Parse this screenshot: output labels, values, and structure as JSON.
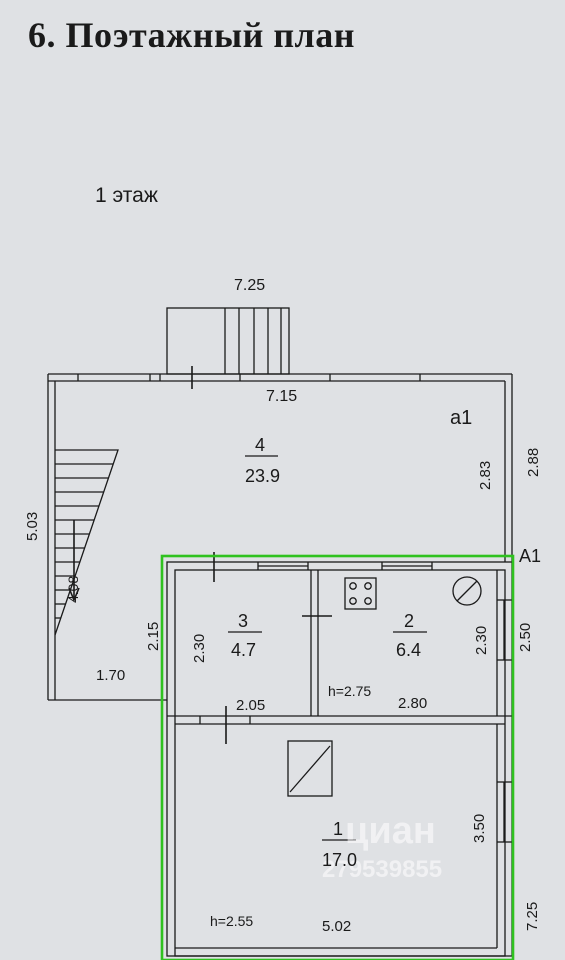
{
  "document": {
    "title": "6. Поэтажный план",
    "floor": "1 этаж"
  },
  "plan": {
    "dimensions": {
      "porch_width": "7.25",
      "top_inner": "7.15",
      "right_inner_a1": "2.83",
      "right_outer_a1": "2.88",
      "left_height": "5.03",
      "stair_length": "4.08",
      "left_bottom": "1.70",
      "step_height": "2.15",
      "room3_height": "2.30",
      "room3_width": "2.05",
      "room2_height": "2.30",
      "room2_outer": "2.50",
      "room2_width": "2.80",
      "room1_height": "3.50",
      "room1_width": "5.02",
      "right_total": "7.25"
    },
    "rooms": [
      {
        "number": "4",
        "area": "23.9"
      },
      {
        "number": "3",
        "area": "4.7"
      },
      {
        "number": "2",
        "area": "6.4"
      },
      {
        "number": "1",
        "area": "17.0"
      }
    ],
    "heights": {
      "room2": "h=2.75",
      "room1": "h=2.55"
    },
    "letters": {
      "veranda": "a1",
      "main": "A1"
    },
    "watermark": {
      "brand": "циан",
      "id": "279539855"
    },
    "colors": {
      "highlight": "#2fc21f",
      "lines": "#1a1a1a"
    }
  }
}
